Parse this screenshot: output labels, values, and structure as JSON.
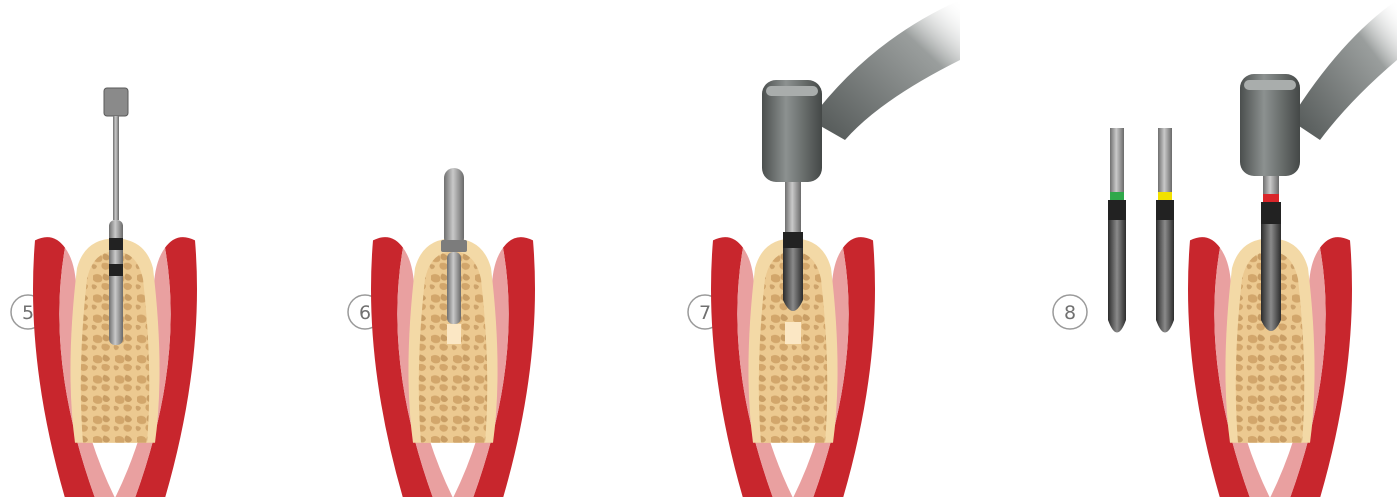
{
  "steps": [
    {
      "number": "5",
      "instrument": "depth-gauge"
    },
    {
      "number": "6",
      "instrument": "direction-indicator"
    },
    {
      "number": "7",
      "instrument": "handpiece-with-drill"
    },
    {
      "number": "8",
      "instrument": "handpiece-with-twist-drill",
      "extra_drills": [
        "green-band-drill",
        "yellow-band-drill"
      ]
    }
  ],
  "colors": {
    "gingiva_outer": "#c8262d",
    "gingiva_inner": "#e9a0a0",
    "bone_cortical": "#f3d9a6",
    "bone_cancellous": "#d8b07a",
    "instrument_steel": "#8f8f8f",
    "handpiece_body": "#5f6463",
    "band_green": "#2fa84a",
    "band_yellow": "#f2e100",
    "band_red": "#d9262a",
    "osteotomy": "#fbe7c4"
  }
}
